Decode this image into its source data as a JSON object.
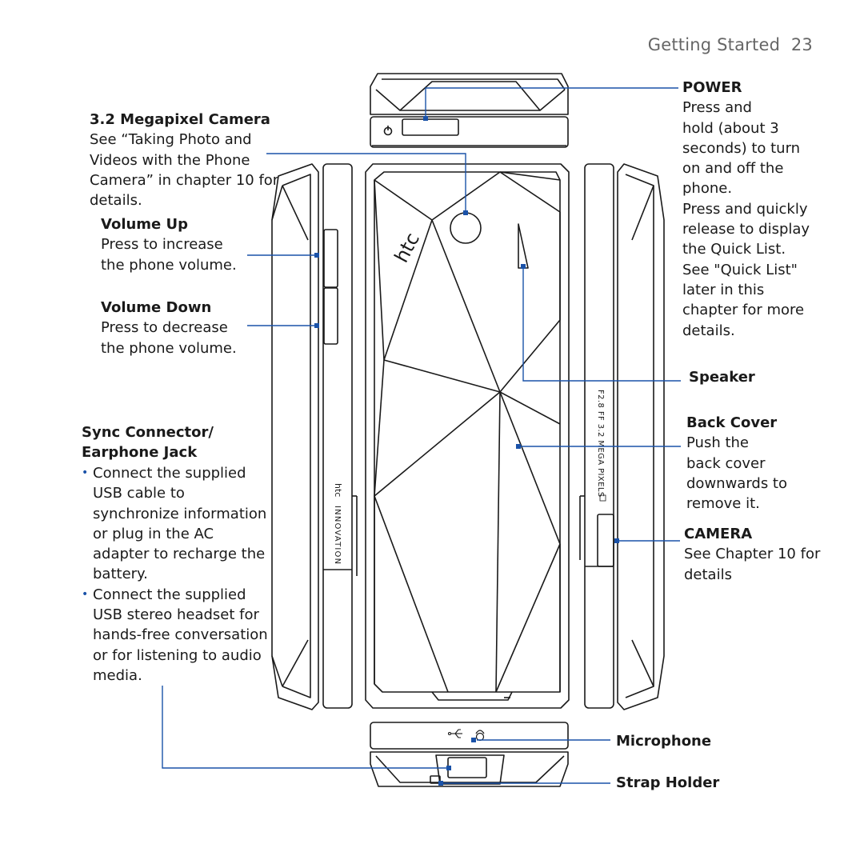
{
  "header": {
    "section": "Getting Started",
    "page_number": "23"
  },
  "labels": {
    "camera": {
      "title": "3.2 Megapixel Camera",
      "lines": [
        "See “Taking Photo and",
        "Videos with the Phone",
        "Camera” in chapter 10 for",
        "details."
      ]
    },
    "volume_up": {
      "title": "Volume Up",
      "lines": [
        "Press to increase",
        "the phone volume."
      ]
    },
    "volume_down": {
      "title": "Volume Down",
      "lines": [
        "Press to decrease",
        "the phone volume."
      ]
    },
    "sync": {
      "title_lines": [
        "Sync Connector/",
        "Earphone Jack"
      ],
      "bullets": [
        [
          "Connect the supplied",
          "USB cable to",
          "synchronize information",
          "or plug in the AC",
          "adapter to recharge the",
          "battery."
        ],
        [
          "Connect the supplied",
          "USB stereo headset for",
          "hands-free conversation",
          "or for listening to audio",
          "media."
        ]
      ]
    },
    "power": {
      "title": "POWER",
      "lines": [
        "Press and",
        "hold (about 3",
        "seconds) to turn",
        "on and off the",
        "phone.",
        "Press and quickly",
        "release to display",
        "the Quick List.",
        "See \"Quick List\"",
        "later in this",
        "chapter for more",
        "details."
      ]
    },
    "speaker": {
      "title": "Speaker"
    },
    "back_cover": {
      "title": "Back Cover",
      "lines": [
        "Push the",
        "back cover",
        "downwards to",
        "remove it."
      ]
    },
    "camera_button": {
      "title": "CAMERA",
      "lines": [
        "See Chapter 10 for",
        "details"
      ]
    },
    "microphone": {
      "title": "Microphone"
    },
    "strap_holder": {
      "title": "Strap Holder"
    }
  },
  "device_markings": {
    "logo": "htc",
    "side_brand": "INNOVATION",
    "side_logo": "htc",
    "camera_spec": "F2.8 FF 3.2 MEGA PIXELS"
  },
  "colors": {
    "callout": "#1a52a8",
    "outline": "#1a1a1a",
    "header": "#666666"
  },
  "icons": [
    "power-icon",
    "usb-icon",
    "headset-jack-icon"
  ]
}
